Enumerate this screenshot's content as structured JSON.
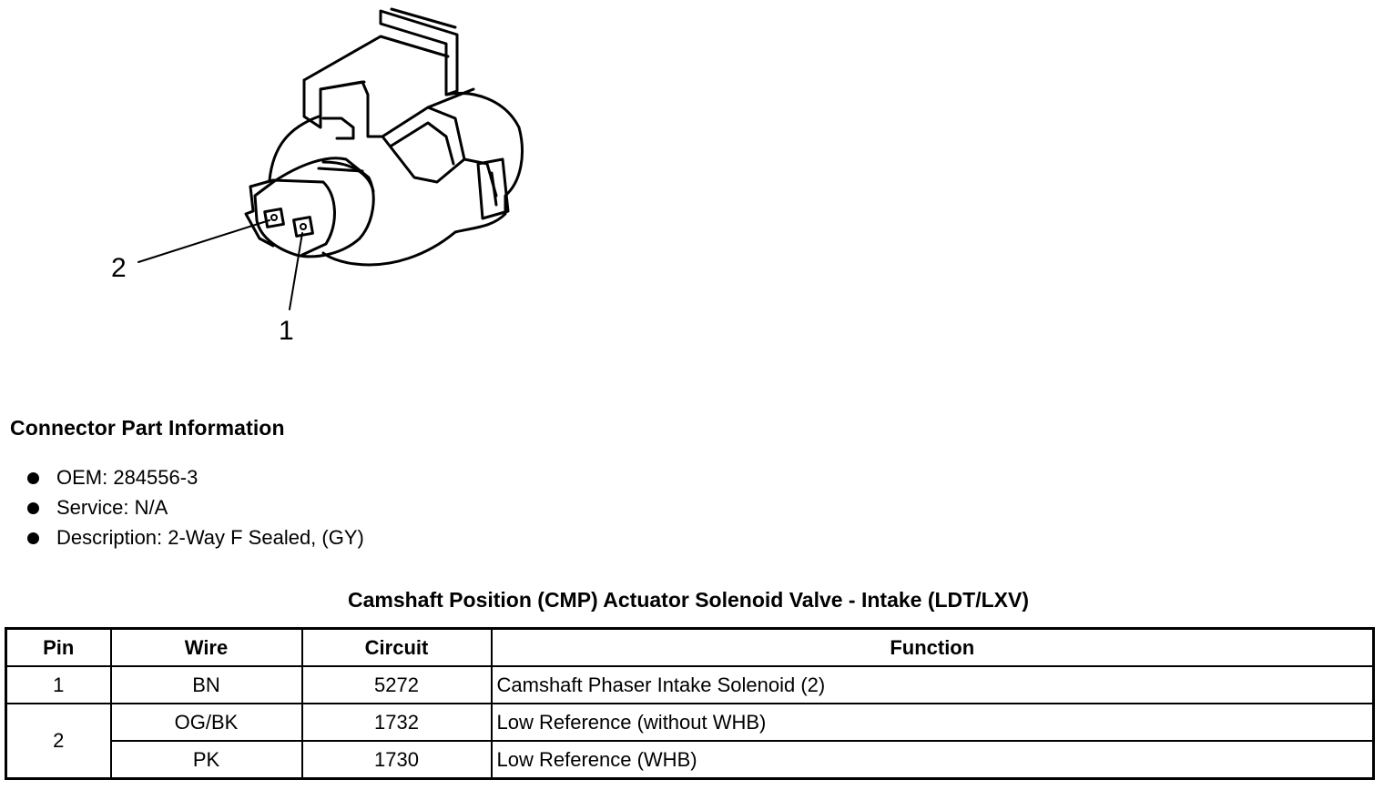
{
  "connector": {
    "pin_callouts": [
      "2",
      "1"
    ]
  },
  "part_info": {
    "title": "Connector Part Information",
    "items": [
      "OEM: 284556-3",
      "Service: N/A",
      "Description: 2-Way F Sealed, (GY)"
    ]
  },
  "pinout": {
    "title": "Camshaft Position (CMP) Actuator Solenoid Valve - Intake (LDT/LXV)",
    "headers": [
      "Pin",
      "Wire",
      "Circuit",
      "Function"
    ],
    "rows": [
      {
        "pin": "1",
        "wire": "BN",
        "circuit": "5272",
        "function": "Camshaft Phaser Intake Solenoid (2)"
      },
      {
        "pin": "2",
        "wire": "OG/BK",
        "circuit": "1732",
        "function": "Low Reference (without WHB)"
      },
      {
        "pin": "",
        "wire": "PK",
        "circuit": "1730",
        "function": "Low Reference (WHB)"
      }
    ]
  }
}
